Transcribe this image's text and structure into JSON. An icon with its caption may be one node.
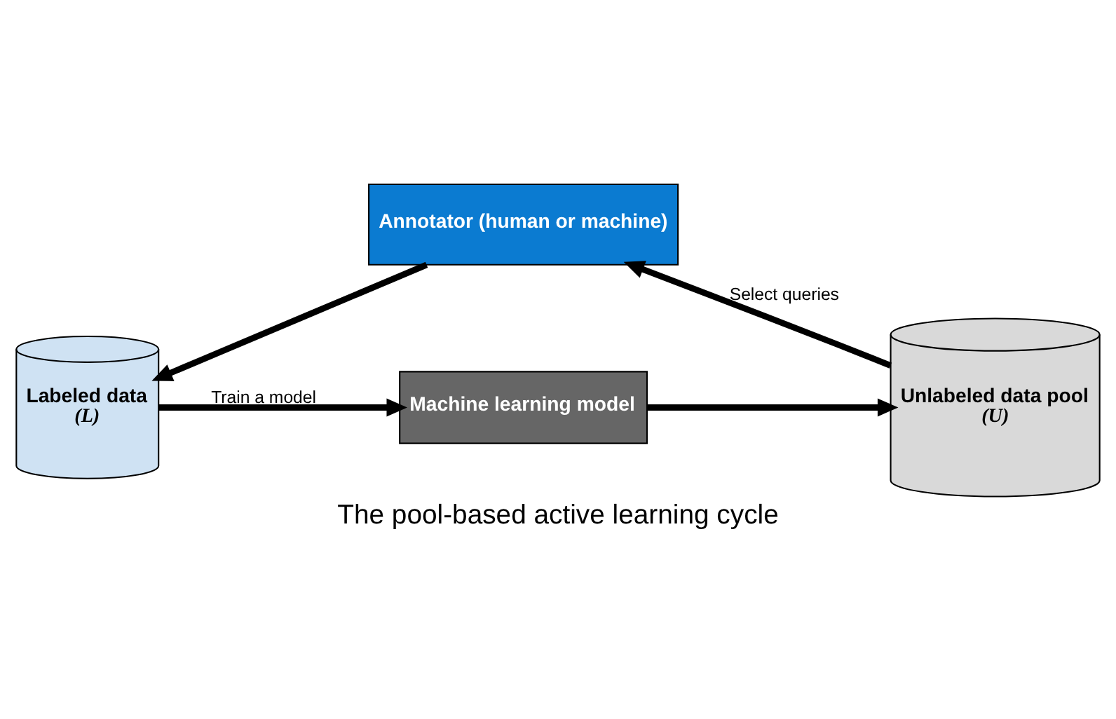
{
  "diagram": {
    "title": "The pool-based active learning cycle",
    "nodes": [
      {
        "text": [
          "Machine learning model"
        ]
      },
      {
        "text": [
          "Unlabeled data pool",
          "(U)"
        ]
      },
      {
        "text": [
          "Annotator (human or machine)"
        ]
      },
      {
        "text": [
          "Labeled data",
          "(L)"
        ]
      }
    ],
    "edges": [
      {
        "from": 3,
        "to": 0,
        "arrow": "to",
        "label": "Train a model"
      },
      {
        "from": 0,
        "to": 1,
        "arrow": "to"
      },
      {
        "from": 1,
        "to": 2,
        "arrow": "to",
        "label": "Select queries"
      },
      {
        "from": 2,
        "to": 3,
        "arrow": "to"
      }
    ]
  }
}
